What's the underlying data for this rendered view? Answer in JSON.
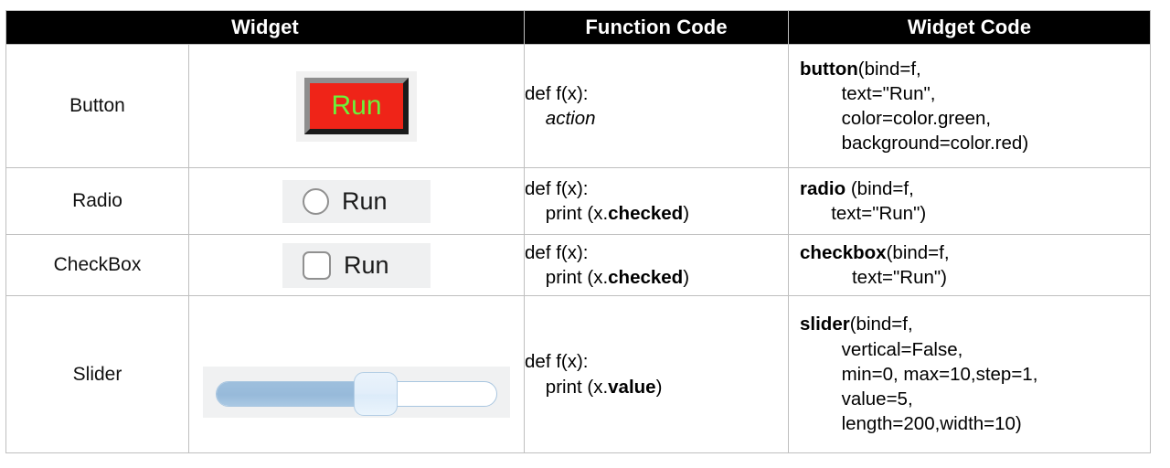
{
  "table": {
    "headers": [
      {
        "label": "Widget",
        "span": 2
      },
      {
        "label": "Function Code",
        "span": 1
      },
      {
        "label": "Widget Code",
        "span": 1
      }
    ],
    "rows": [
      {
        "name": "Button",
        "widget_kind": "button",
        "widget": {
          "text": "Run",
          "text_color": "#6cf23a",
          "background": "#ef2418",
          "bevel_light": "#8e8e8e",
          "bevel_dark": "#1b1b1b",
          "panel_background": "#f1f1f1"
        },
        "function_code": [
          [
            {
              "t": "def f(x):",
              "style": "normal"
            }
          ],
          [
            {
              "t": "    action",
              "style": "italic"
            }
          ]
        ],
        "widget_code": [
          [
            {
              "t": "button",
              "style": "bold"
            },
            {
              "t": "(bind=f,",
              "style": "normal"
            }
          ],
          [
            {
              "t": "        text=\"Run\",",
              "style": "normal"
            }
          ],
          [
            {
              "t": "        color=color.green,",
              "style": "normal"
            }
          ],
          [
            {
              "t": "        background=color.red)",
              "style": "normal"
            }
          ]
        ]
      },
      {
        "name": "Radio",
        "widget_kind": "radio",
        "widget": {
          "text": "Run",
          "checked": false,
          "panel_background": "#eff0f1",
          "control_border": "#909090"
        },
        "function_code": [
          [
            {
              "t": "def f(x):",
              "style": "normal"
            }
          ],
          [
            {
              "t": "    print (x.",
              "style": "normal"
            },
            {
              "t": "checked",
              "style": "bold"
            },
            {
              "t": ")",
              "style": "normal"
            }
          ]
        ],
        "widget_code": [
          [
            {
              "t": "radio",
              "style": "bold"
            },
            {
              "t": " (bind=f,",
              "style": "normal"
            }
          ],
          [
            {
              "t": "      text=\"Run\")",
              "style": "normal"
            }
          ]
        ]
      },
      {
        "name": "CheckBox",
        "widget_kind": "checkbox",
        "widget": {
          "text": "Run",
          "checked": false,
          "panel_background": "#eff0f1",
          "control_border": "#909090"
        },
        "function_code": [
          [
            {
              "t": "def f(x):",
              "style": "normal"
            }
          ],
          [
            {
              "t": "    print (x.",
              "style": "normal"
            },
            {
              "t": "checked",
              "style": "bold"
            },
            {
              "t": ")",
              "style": "normal"
            }
          ]
        ],
        "widget_code": [
          [
            {
              "t": "checkbox",
              "style": "bold"
            },
            {
              "t": "(bind=f,",
              "style": "normal"
            }
          ],
          [
            {
              "t": "          text=\"Run\")",
              "style": "normal"
            }
          ]
        ]
      },
      {
        "name": "Slider",
        "widget_kind": "slider",
        "widget": {
          "min": 0,
          "max": 10,
          "step": 1,
          "value": 5,
          "vertical": false,
          "length": 200,
          "width": 10,
          "panel_background": "#f0f1f2",
          "fill_color": "#9ebfdd",
          "track_border": "#a9c6e0",
          "thumb_color": "#e6f1fb"
        },
        "function_code": [
          [
            {
              "t": "def f(x):",
              "style": "normal"
            }
          ],
          [
            {
              "t": "    print (x.",
              "style": "normal"
            },
            {
              "t": "value",
              "style": "bold"
            },
            {
              "t": ")",
              "style": "normal"
            }
          ]
        ],
        "widget_code": [
          [
            {
              "t": "slider",
              "style": "bold"
            },
            {
              "t": "(bind=f,",
              "style": "normal"
            }
          ],
          [
            {
              "t": "        vertical=False,",
              "style": "normal"
            }
          ],
          [
            {
              "t": "        min=0, max=10,step=1,",
              "style": "normal"
            }
          ],
          [
            {
              "t": "        value=5,",
              "style": "normal"
            }
          ],
          [
            {
              "t": "        length=200,width=10)",
              "style": "normal"
            }
          ]
        ]
      }
    ]
  }
}
